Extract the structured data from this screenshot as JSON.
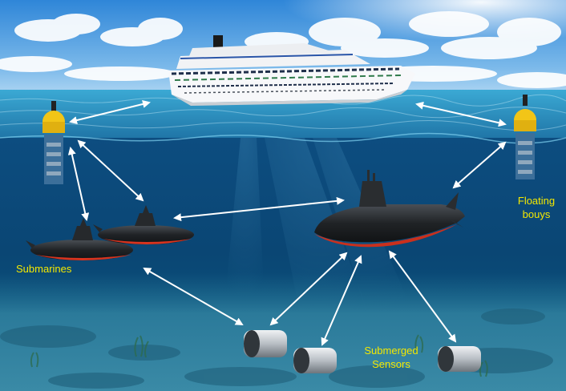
{
  "labels": {
    "floating_buoys": [
      "Floating",
      "bouys"
    ],
    "submarines": "Submarines",
    "submerged_sensors": [
      "Submerged",
      "Sensors"
    ]
  },
  "colors": {
    "label_text": "#f4e800",
    "sky_top": "#2f86d8",
    "sky_horizon": "#cfe8f8",
    "sea_surface": "#2b98c4",
    "sea_deep": "#06365c",
    "seabed": "#2f7c9c",
    "arrow": "#ffffff",
    "hull_dark": "#1d2024",
    "hull_red": "#d8341f",
    "buoy_yellow": "#f2c517",
    "sensor_metal": "#c8ccd0"
  }
}
